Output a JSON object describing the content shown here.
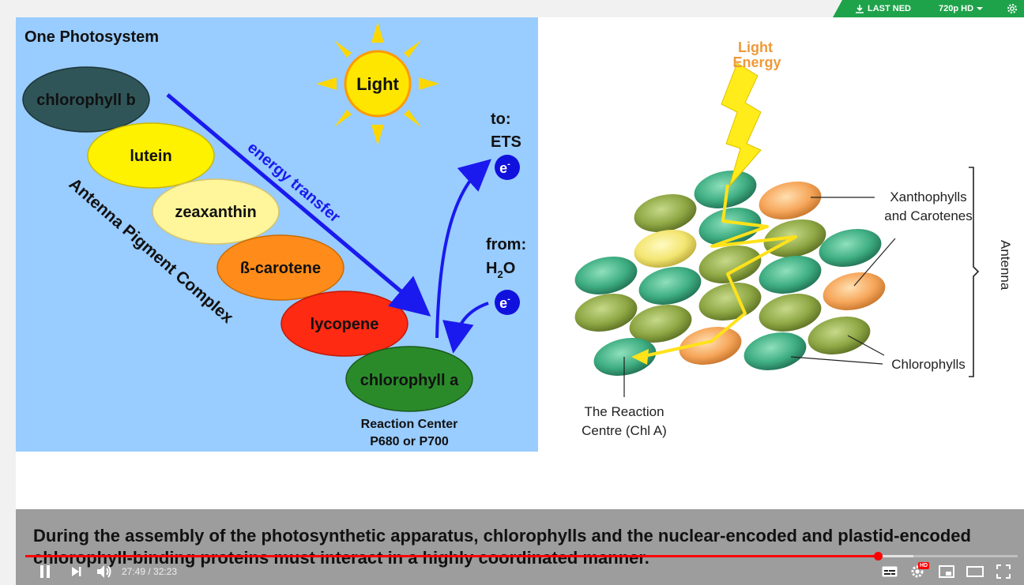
{
  "topbar": {
    "download_label": "LAST NED",
    "quality_label": "720p HD"
  },
  "left_diagram": {
    "title": "One Photosystem",
    "sun_label": "Light",
    "pigments": [
      "chlorophyll b",
      "lutein",
      "zeaxanthin",
      "ß-carotene",
      "lycopene",
      "chlorophyll a"
    ],
    "arrow_label": "energy transfer",
    "complex_label": "Antenna Pigment Complex",
    "to_label": "to:",
    "ets_label": "ETS",
    "from_label": "from:",
    "h2o_label": "H",
    "h2o_sub": "2",
    "h2o_tail": "O",
    "electron_label": "e",
    "electron_sup": "-",
    "reaction_center_1": "Reaction Center",
    "reaction_center_2": "P680 or P700",
    "colors": {
      "background": "#99ccff",
      "chlorophyll_b": "#2f5558",
      "lutein": "#fff200",
      "zeaxanthin": "#fff59a",
      "beta_carotene": "#ff8c1a",
      "lycopene": "#ff2a12",
      "chlorophyll_a": "#2a8a2a",
      "arrow": "#1a1aee"
    }
  },
  "right_diagram": {
    "light_line1": "Light",
    "light_line2": "Energy",
    "xanthophylls_line1": "Xanthophylls",
    "xanthophylls_line2": "and Carotenes",
    "antenna_label": "Antenna",
    "chlorophylls_label": "Chlorophylls",
    "reaction_line1": "The Reaction",
    "reaction_line2": "Centre (Chl A)"
  },
  "caption": {
    "text": "During the assembly of the photosynthetic apparatus, chlorophylls and the nuclear-encoded and plastid-encoded chlorophyll-binding proteins must interact in a highly coordinated manner."
  },
  "player": {
    "current_time": "27:49",
    "duration": "32:23",
    "progress_fraction": 0.859,
    "buffer_fraction": 0.895,
    "hd_badge": "HD"
  }
}
